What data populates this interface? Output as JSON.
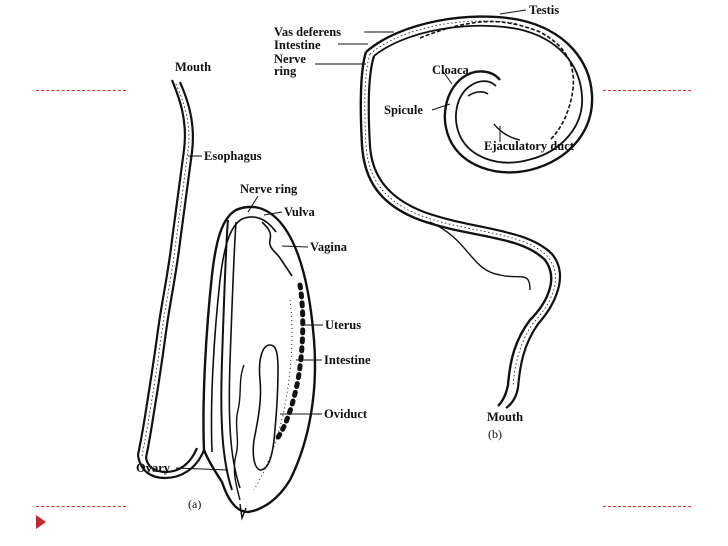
{
  "slide": {
    "accent_color": "#c0282b",
    "bullet_icon": "triangle-bullet-icon"
  },
  "female_worm": {
    "panel_label": "(a)",
    "labels": {
      "mouth": "Mouth",
      "esophagus": "Esophagus",
      "nerve_ring": "Nerve ring",
      "vulva": "Vulva",
      "vagina": "Vagina",
      "uterus": "Uterus",
      "intestine": "Intestine",
      "oviduct": "Oviduct",
      "ovary": "Ovary"
    }
  },
  "male_worm": {
    "panel_label": "(b)",
    "labels": {
      "testis": "Testis",
      "vas_deferens": "Vas deferens",
      "intestine": "Intestine",
      "nerve_ring_line1": "Nerve",
      "nerve_ring_line2": "ring",
      "cloaca": "Cloaca",
      "spicule": "Spicule",
      "ejaculatory_duct": "Ejaculatory duct",
      "mouth": "Mouth"
    }
  }
}
